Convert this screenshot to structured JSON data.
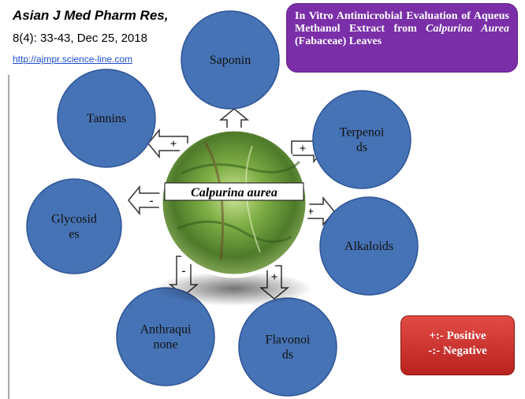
{
  "journal": {
    "title": "Asian J Med Pharm Res,",
    "issue": "8(4): 33-43, Dec 25, 2018",
    "url": "http://ajmpr.science-line.com"
  },
  "title_box": {
    "before": "In Vitro Antimicrobial Evaluation of Aqueus Methanol Extract from ",
    "italic": "Calpurina Aurea",
    "after": " (Fabaceae) Leaves"
  },
  "center_label": "Calpurina aurea",
  "nodes": [
    {
      "id": "saponin",
      "lines": [
        "Saponin"
      ],
      "sign": "+"
    },
    {
      "id": "terpenoids",
      "lines": [
        "Terpenoi",
        "ds"
      ],
      "sign": "+"
    },
    {
      "id": "alkaloids",
      "lines": [
        "Alkaloids"
      ],
      "sign": "+"
    },
    {
      "id": "flavonoids",
      "lines": [
        "Flavonoi",
        "ds"
      ],
      "sign": "+"
    },
    {
      "id": "anthraquinone",
      "lines": [
        "Anthraqui",
        "none"
      ],
      "sign": "-"
    },
    {
      "id": "glycosides",
      "lines": [
        "Glycosid",
        "es"
      ],
      "sign": "-"
    },
    {
      "id": "tannins",
      "lines": [
        "Tannins"
      ],
      "sign": "+"
    }
  ],
  "legend": {
    "positive": "+:- Positive",
    "negative": "-:- Negative"
  },
  "colors": {
    "node_fill": "#4673b5",
    "node_stroke": "#2f5597",
    "title_box": "#7a2fa8",
    "legend_box": "#c9302c"
  }
}
